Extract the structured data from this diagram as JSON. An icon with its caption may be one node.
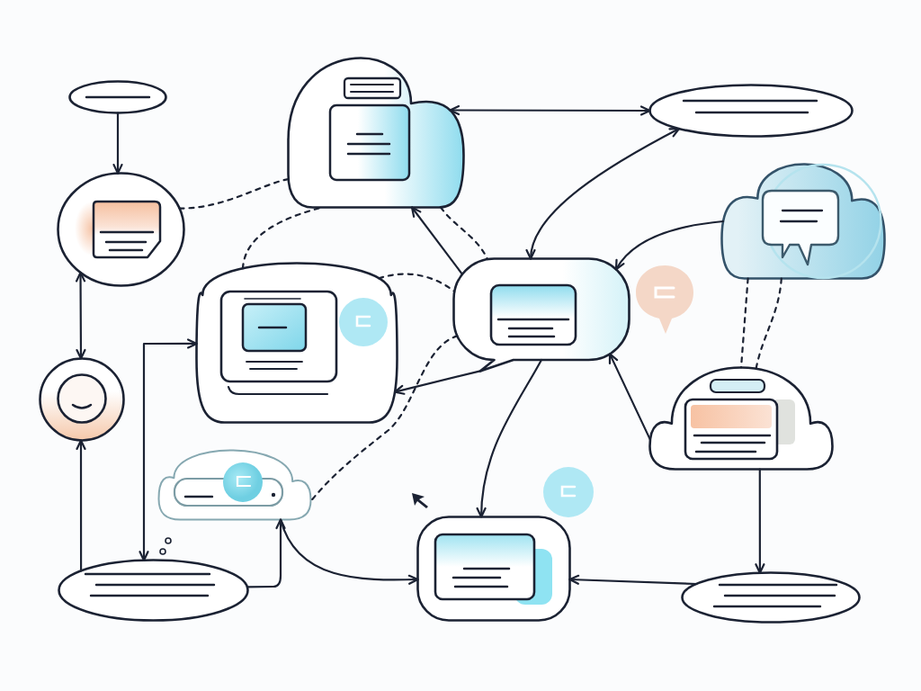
{
  "diagram": {
    "nodes": [
      {
        "text": [],
        "shape": "ellipse"
      },
      {
        "text": [],
        "shape": "cloud"
      },
      {
        "text": [],
        "shape": "ellipse"
      },
      {
        "text": [],
        "shape": "circle"
      },
      {
        "text": [],
        "shape": "cloud"
      },
      {
        "text": [],
        "shape": "cloud"
      },
      {
        "text": [],
        "shape": "bubble"
      },
      {
        "text": [],
        "shape": "circle"
      },
      {
        "text": [],
        "shape": "cloud"
      },
      {
        "text": [],
        "shape": "cloud"
      },
      {
        "text": [],
        "shape": "box"
      },
      {
        "text": [],
        "shape": "ellipse"
      },
      {
        "text": [],
        "shape": "ellipse"
      }
    ],
    "edges": [
      {
        "from": 0,
        "to": 3,
        "arrow": "to"
      },
      {
        "from": 3,
        "to": 7,
        "arrow": "both"
      },
      {
        "from": 11,
        "to": 7,
        "arrow": "to"
      },
      {
        "from": 1,
        "to": 2,
        "arrow": "both"
      },
      {
        "from": 6,
        "to": 2,
        "arrow": "both"
      },
      {
        "from": 4,
        "to": 6,
        "arrow": "to"
      },
      {
        "from": 3,
        "to": 1,
        "arrow": "none",
        "style": "dashed"
      },
      {
        "from": 5,
        "to": 1,
        "arrow": "none",
        "style": "dashed"
      },
      {
        "from": 6,
        "to": 1,
        "arrow": "to"
      },
      {
        "from": 5,
        "to": 6,
        "arrow": "none",
        "style": "dashed"
      },
      {
        "from": 1,
        "to": 6,
        "arrow": "none",
        "style": "dashed"
      },
      {
        "from": 6,
        "to": 9,
        "arrow": "none",
        "style": "dashed"
      },
      {
        "from": 5,
        "to": 11,
        "arrow": "both"
      },
      {
        "from": 11,
        "to": 9,
        "arrow": "to"
      },
      {
        "from": 9,
        "to": 10,
        "arrow": "to"
      },
      {
        "from": 6,
        "to": 10,
        "arrow": "to"
      },
      {
        "from": 6,
        "to": 5,
        "arrow": "to"
      },
      {
        "from": 8,
        "to": 6,
        "arrow": "to"
      },
      {
        "from": 12,
        "to": 10,
        "arrow": "to"
      },
      {
        "from": 8,
        "to": 12,
        "arrow": "to"
      },
      {
        "from": 4,
        "to": 8,
        "arrow": "none",
        "style": "dashed"
      },
      {
        "from": 4,
        "to": 8,
        "arrow": "none",
        "style": "dashed"
      }
    ]
  }
}
